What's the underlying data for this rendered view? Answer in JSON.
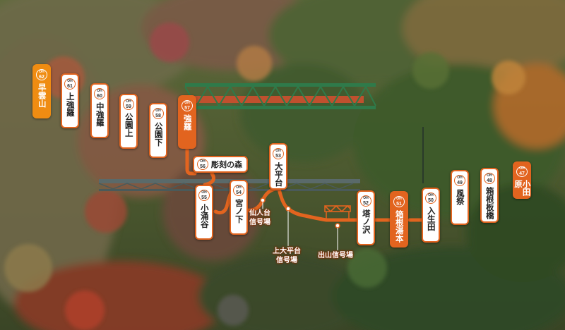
{
  "colors": {
    "line": "#e2641f",
    "terminal": "#ef8c12",
    "highlight": "#e2641f",
    "label": "#ffffff"
  },
  "stations": {
    "s62": {
      "prefix": "OH",
      "number": "62",
      "name": "早雲山"
    },
    "s61": {
      "prefix": "OH",
      "number": "61",
      "name": "上強羅"
    },
    "s60": {
      "prefix": "OH",
      "number": "60",
      "name": "中強羅"
    },
    "s59": {
      "prefix": "OH",
      "number": "59",
      "name": "公園上"
    },
    "s58": {
      "prefix": "OH",
      "number": "58",
      "name": "公園下"
    },
    "s57": {
      "prefix": "OH",
      "number": "57",
      "name": "強羅"
    },
    "s56": {
      "prefix": "OH",
      "number": "56",
      "name": "彫刻の森"
    },
    "s55": {
      "prefix": "OH",
      "number": "55",
      "name": "小涌谷"
    },
    "s54": {
      "prefix": "OH",
      "number": "54",
      "name": "宮ノ下"
    },
    "s53": {
      "prefix": "OH",
      "number": "53",
      "name": "大平台"
    },
    "s52": {
      "prefix": "OH",
      "number": "52",
      "name": "塔ノ沢"
    },
    "s51": {
      "prefix": "OH",
      "number": "51",
      "name": "箱根湯本"
    },
    "s50": {
      "prefix": "OH",
      "number": "50",
      "name": "入生田"
    },
    "s49": {
      "prefix": "OH",
      "number": "49",
      "name": "風祭"
    },
    "s48": {
      "prefix": "OH",
      "number": "48",
      "name": "箱根板橋"
    },
    "s47": {
      "prefix": "OH",
      "number": "47",
      "name": "小田原"
    }
  },
  "signals": {
    "sengendai": {
      "line1": "仙人台",
      "line2": "信号場"
    },
    "kamiohiradai": {
      "line1": "上大平台",
      "line2": "信号場"
    },
    "deyama": {
      "line1": "出山信号場"
    }
  }
}
